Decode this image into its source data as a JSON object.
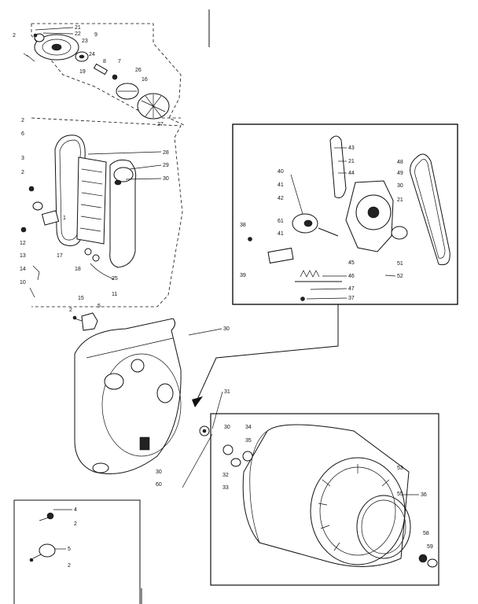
{
  "callouts": [
    {
      "id": "c21a",
      "text": "21"
    },
    {
      "id": "c22",
      "text": "22"
    },
    {
      "id": "c2a",
      "text": "2"
    },
    {
      "id": "c23",
      "text": "23"
    },
    {
      "id": "c9",
      "text": "9"
    },
    {
      "id": "c24",
      "text": "24"
    },
    {
      "id": "c8",
      "text": "8"
    },
    {
      "id": "c7",
      "text": "7"
    },
    {
      "id": "c26",
      "text": "26"
    },
    {
      "id": "c16",
      "text": "16"
    },
    {
      "id": "c19",
      "text": "19"
    },
    {
      "id": "c27",
      "text": "27"
    },
    {
      "id": "c2b",
      "text": "2"
    },
    {
      "id": "c6",
      "text": "6"
    },
    {
      "id": "c28",
      "text": "28"
    },
    {
      "id": "c3",
      "text": "3"
    },
    {
      "id": "c29",
      "text": "29"
    },
    {
      "id": "c30a",
      "text": "30"
    },
    {
      "id": "c2c",
      "text": "2"
    },
    {
      "id": "c1",
      "text": "1"
    },
    {
      "id": "c12",
      "text": "12"
    },
    {
      "id": "c13",
      "text": "13"
    },
    {
      "id": "c17",
      "text": "17"
    },
    {
      "id": "c14",
      "text": "14"
    },
    {
      "id": "c18",
      "text": "18"
    },
    {
      "id": "c25",
      "text": "25"
    },
    {
      "id": "c10",
      "text": "10"
    },
    {
      "id": "c11",
      "text": "11"
    },
    {
      "id": "c5",
      "text": "5"
    },
    {
      "id": "c15",
      "text": "15"
    },
    {
      "id": "c2d",
      "text": "2"
    },
    {
      "id": "c30b",
      "text": "30"
    },
    {
      "id": "c31",
      "text": "31"
    },
    {
      "id": "c30c",
      "text": "30"
    },
    {
      "id": "c60",
      "text": "60"
    },
    {
      "id": "c30d",
      "text": "30"
    },
    {
      "id": "c34",
      "text": "34"
    },
    {
      "id": "c35",
      "text": "35"
    },
    {
      "id": "c32",
      "text": "32"
    },
    {
      "id": "c33",
      "text": "33"
    },
    {
      "id": "c53",
      "text": "53"
    },
    {
      "id": "c36",
      "text": "36"
    },
    {
      "id": "c55",
      "text": "55"
    },
    {
      "id": "c58",
      "text": "58"
    },
    {
      "id": "c59",
      "text": "59"
    },
    {
      "id": "c43",
      "text": "43"
    },
    {
      "id": "c21b",
      "text": "21"
    },
    {
      "id": "c44",
      "text": "44"
    },
    {
      "id": "c40",
      "text": "40"
    },
    {
      "id": "c48",
      "text": "48"
    },
    {
      "id": "c49",
      "text": "49"
    },
    {
      "id": "c30e",
      "text": "30"
    },
    {
      "id": "c41a",
      "text": "41"
    },
    {
      "id": "c42",
      "text": "42"
    },
    {
      "id": "c21c",
      "text": "21"
    },
    {
      "id": "c38",
      "text": "38"
    },
    {
      "id": "c61",
      "text": "61"
    },
    {
      "id": "c41b",
      "text": "41"
    },
    {
      "id": "c51",
      "text": "51"
    },
    {
      "id": "c45",
      "text": "45"
    },
    {
      "id": "c52",
      "text": "52"
    },
    {
      "id": "c39",
      "text": "39"
    },
    {
      "id": "c46",
      "text": "46"
    },
    {
      "id": "c47",
      "text": "47"
    },
    {
      "id": "c37",
      "text": "37"
    },
    {
      "id": "c4",
      "text": "4"
    },
    {
      "id": "c2e",
      "text": "2"
    },
    {
      "id": "c5b",
      "text": "5"
    },
    {
      "id": "c2f",
      "text": "2"
    }
  ]
}
